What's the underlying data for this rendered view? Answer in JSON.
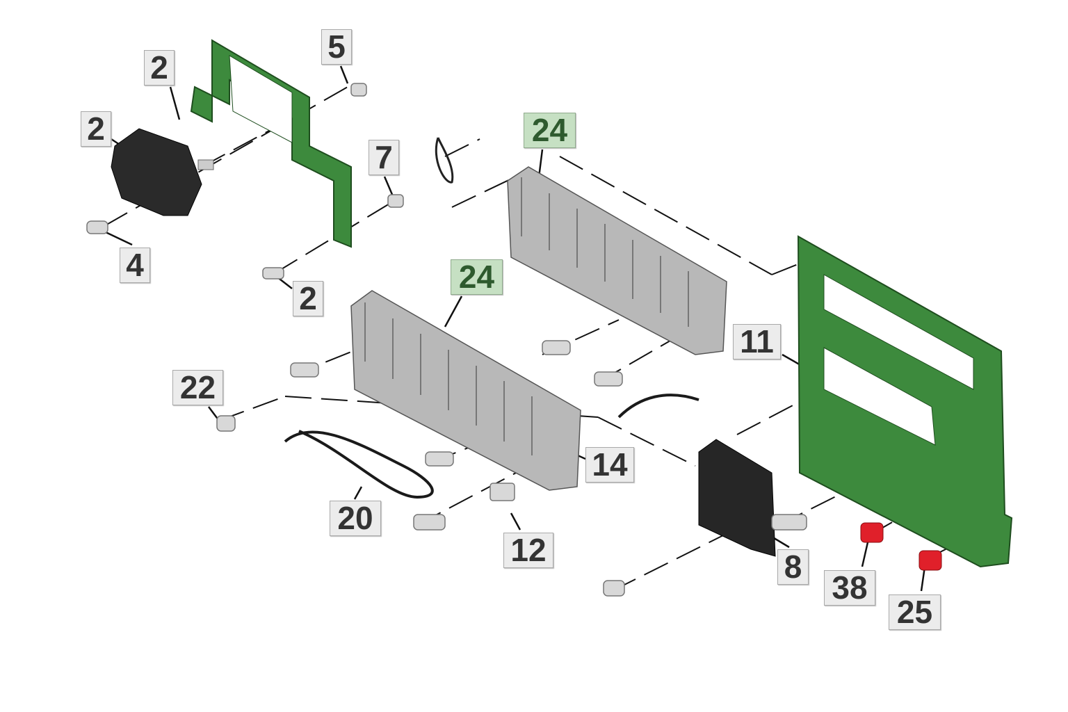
{
  "colors": {
    "bracket": "#3d8a3d",
    "heatsink": "#b8b8b8",
    "dark": "#2a2a2a",
    "red": "#e0202a",
    "label_bg": "#ececec",
    "label_green_bg": "#c6e0c3"
  },
  "callouts": [
    {
      "id": "c1",
      "text": "2",
      "style": "gray"
    },
    {
      "id": "c2",
      "text": "2",
      "style": "gray"
    },
    {
      "id": "c3",
      "text": "5",
      "style": "gray"
    },
    {
      "id": "c4",
      "text": "7",
      "style": "gray"
    },
    {
      "id": "c5",
      "text": "4",
      "style": "gray"
    },
    {
      "id": "c6",
      "text": "2",
      "style": "gray"
    },
    {
      "id": "c7",
      "text": "24",
      "style": "green"
    },
    {
      "id": "c8",
      "text": "24",
      "style": "green"
    },
    {
      "id": "c9",
      "text": "11",
      "style": "gray"
    },
    {
      "id": "c10",
      "text": "22",
      "style": "gray"
    },
    {
      "id": "c11",
      "text": "14",
      "style": "gray"
    },
    {
      "id": "c12",
      "text": "20",
      "style": "gray"
    },
    {
      "id": "c13",
      "text": "12",
      "style": "gray"
    },
    {
      "id": "c14",
      "text": "8",
      "style": "gray"
    },
    {
      "id": "c15",
      "text": "38",
      "style": "gray"
    },
    {
      "id": "c16",
      "text": "25",
      "style": "gray"
    }
  ]
}
